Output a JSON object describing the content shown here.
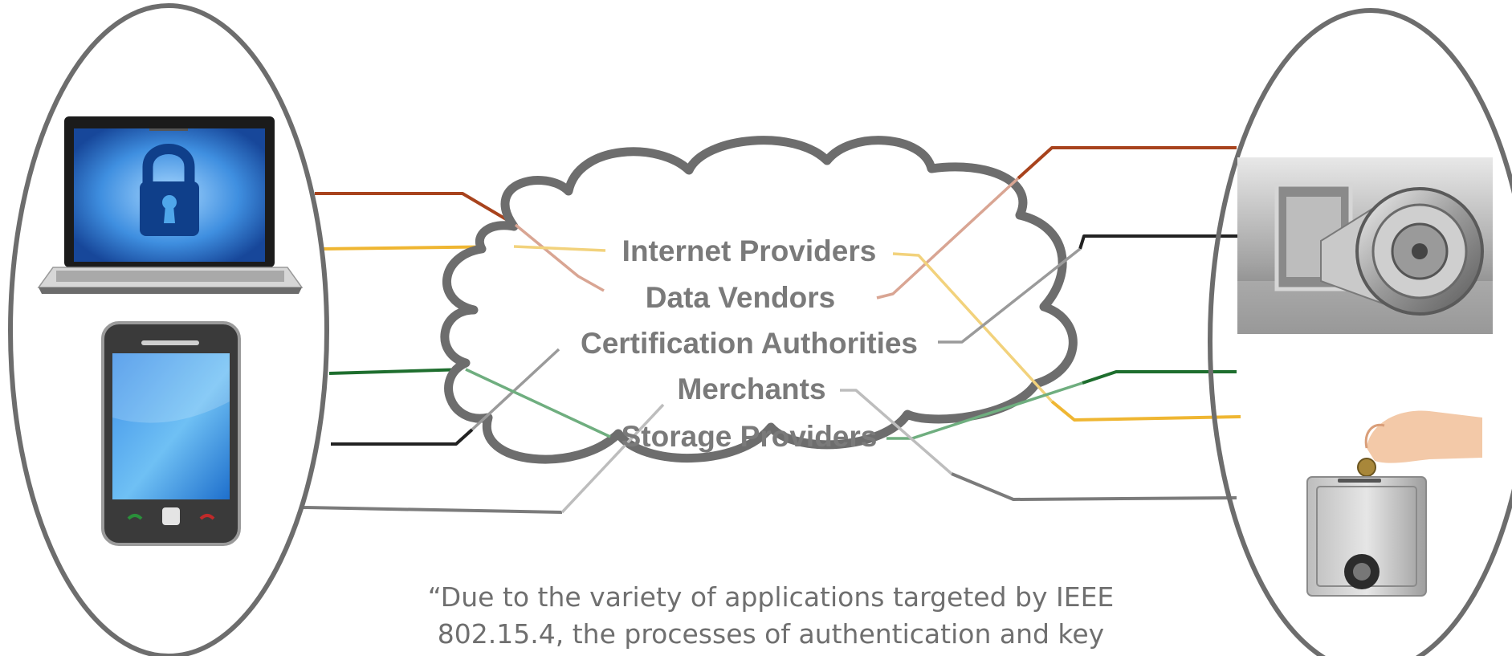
{
  "labels": {
    "internet_providers": "Internet Providers",
    "data_vendors": "Data Vendors",
    "certification_authorities": "Certification Authorities",
    "merchants": "Merchants",
    "storage_providers": "Storage Providers"
  },
  "quote": {
    "line1": "“Due to the variety of applications targeted by IEEE",
    "line2": "802.15.4, the processes of authentication and key"
  },
  "colors": {
    "outline": "#6d6d6d",
    "rust": "#a8431d",
    "rust_light": "#d9a593",
    "yellow": "#efb632",
    "yellow_light": "#f2d27c",
    "green": "#1e6e2e",
    "green_light": "#6fae7f",
    "black": "#222222",
    "gray": "#8f8f8f",
    "gray_light": "#bdbdbd",
    "gray_line": "#7b7b7b"
  },
  "icons": {
    "laptop": "laptop-lock-icon",
    "phone": "smartphone-icon",
    "vault": "bank-vault-icon",
    "safe": "coin-safe-icon"
  }
}
